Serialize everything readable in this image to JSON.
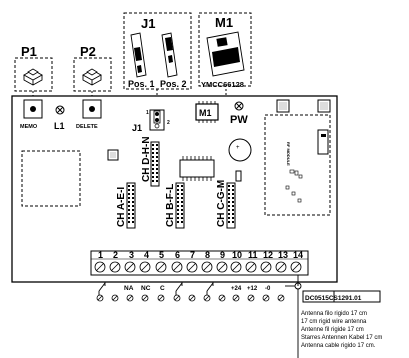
{
  "buttons": {
    "p1": {
      "title": "P1",
      "label": "MEMO"
    },
    "p2": {
      "title": "P2",
      "label": "DELETE"
    }
  },
  "leds": {
    "l1": "L1",
    "pw": "PW"
  },
  "jumper": {
    "title": "J1",
    "pos1": "Pos. 1",
    "pos2": "Pos. 2",
    "board_label": "J1",
    "pin1": "1",
    "pin2": "2"
  },
  "module": {
    "title": "M1",
    "code": "YMCC66128",
    "board_label": "M1"
  },
  "connectors": {
    "ch_dhn": "CH D-H-N",
    "ch_aei": "CH A-E-I",
    "ch_bfl": "CH B-F-L",
    "ch_cgm": "CH C-G-M"
  },
  "rf_module": "RF MODULE",
  "terminals": {
    "numbers": [
      "1",
      "2",
      "3",
      "4",
      "5",
      "6",
      "7",
      "8",
      "9",
      "10",
      "11",
      "12",
      "13",
      "14"
    ],
    "labels": {
      "na": "NA",
      "nc": "NC",
      "c": "C",
      "p24": "+24",
      "p12": "+12",
      "zero": "-0"
    }
  },
  "board_code": "DC0515CS1291.01",
  "antenna_notes": [
    "Antenna filo rigido 17 cm",
    "17 cm rigid wire antenna",
    "Antenne fil rigide 17 cm",
    "Starres Antennen Kabel 17 cm",
    "Antenna cable rigido 17 cm."
  ]
}
